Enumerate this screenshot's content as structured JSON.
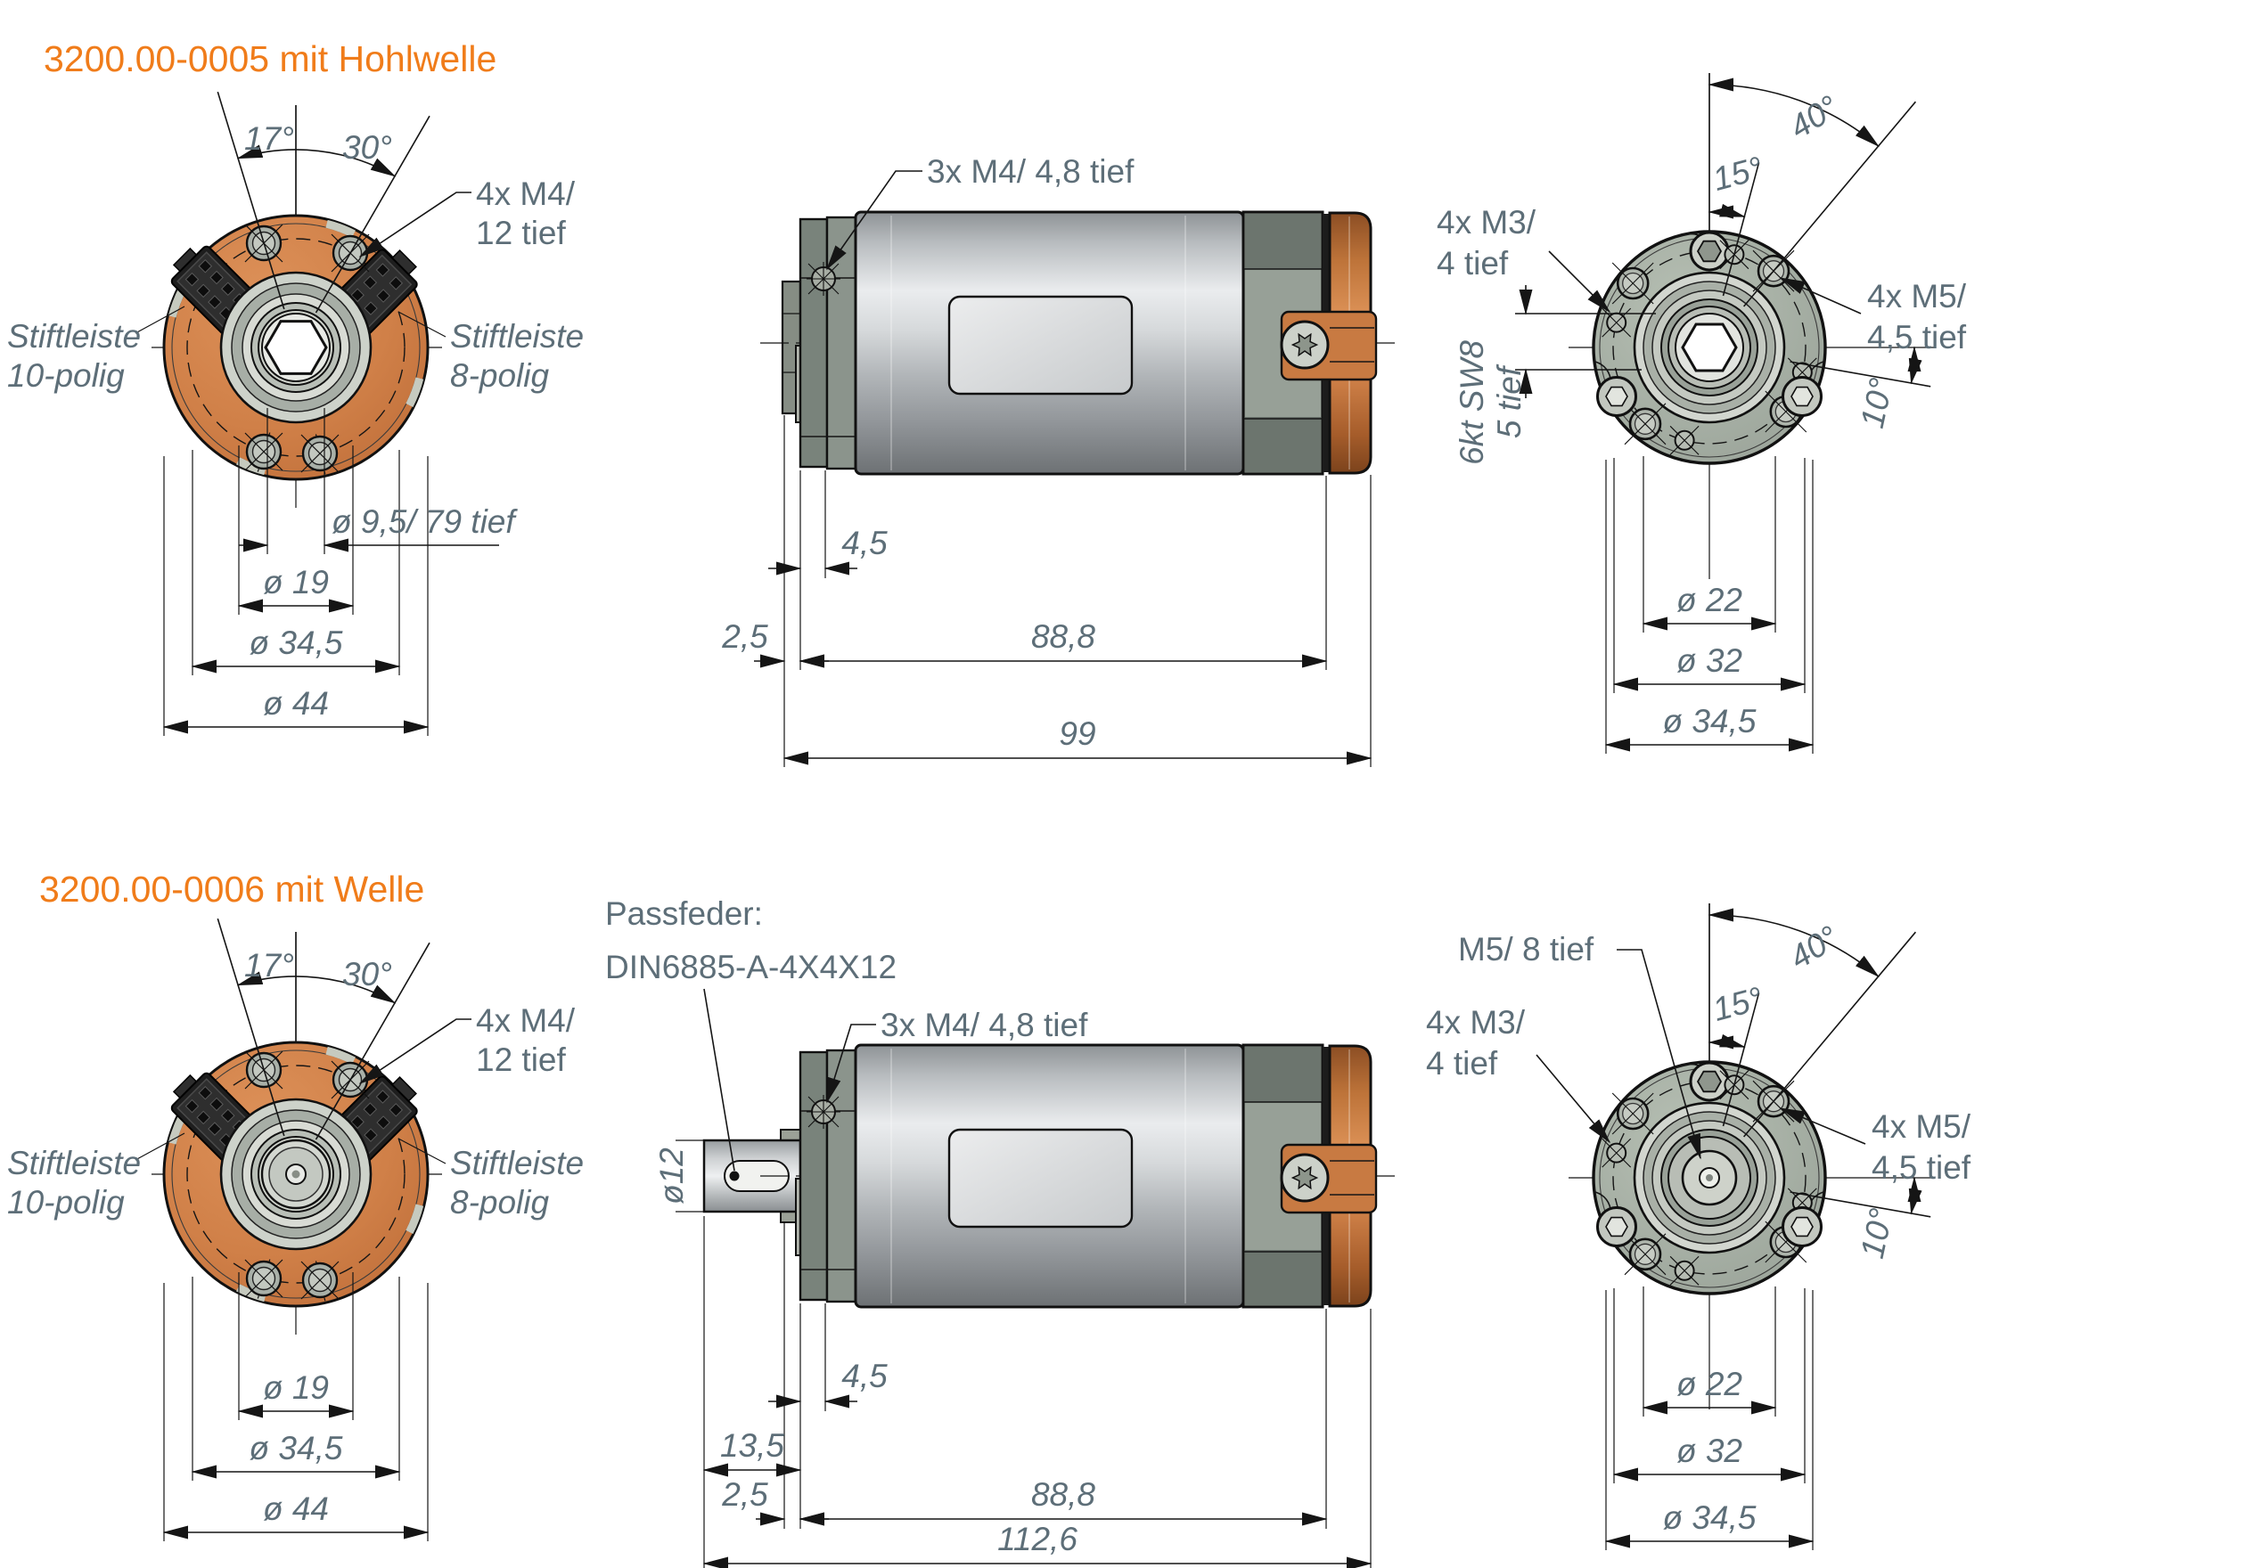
{
  "v1": {
    "title": "3200.00-0005 mit Hohlwelle",
    "front": {
      "a17": "17°",
      "a30": "30°",
      "m4a": "4x M4/",
      "m4b": "12 tief",
      "sl_l1": "Stiftleiste",
      "sl_l2": "10-polig",
      "sl_r1": "Stiftleiste",
      "sl_r2": "8-polig",
      "d95": "ø 9,5/ 79 tief",
      "d19": "ø 19",
      "d345": "ø 34,5",
      "d44": "ø 44"
    },
    "side": {
      "m4": "3x M4/ 4,8 tief",
      "d45": "4,5",
      "d25": "2,5",
      "d888": "88,8",
      "d99": "99"
    },
    "rear": {
      "a40": "40°",
      "a15": "15°",
      "a10": "10°",
      "m3a": "4x M3/",
      "m3b": "4 tief",
      "m5a": "4x M5/",
      "m5b": "4,5 tief",
      "hexa": "6kt SW8",
      "hexb": "5 tief",
      "d22": "ø 22",
      "d32": "ø 32",
      "d345": "ø 34,5"
    }
  },
  "v2": {
    "title": "3200.00-0006 mit Welle",
    "front": {
      "a17": "17°",
      "a30": "30°",
      "m4a": "4x M4/",
      "m4b": "12 tief",
      "sl_l1": "Stiftleiste",
      "sl_l2": "10-polig",
      "sl_r1": "Stiftleiste",
      "sl_r2": "8-polig",
      "d19": "ø 19",
      "d345": "ø 34,5",
      "d44": "ø 44"
    },
    "side": {
      "pfa": "Passfeder:",
      "pfb": "DIN6885-A-4X4X12",
      "m4": "3x M4/ 4,8 tief",
      "d12": "ø12",
      "d45": "4,5",
      "d135": "13,5",
      "d25": "2,5",
      "d888": "88,8",
      "d1126": "112,6"
    },
    "rear": {
      "m58": "M5/ 8 tief",
      "a40": "40°",
      "a15": "15°",
      "a10": "10°",
      "m3a": "4x M3/",
      "m3b": "4 tief",
      "m5a": "4x M5/",
      "m5b": "4,5 tief",
      "d22": "ø 22",
      "d32": "ø 32",
      "d345": "ø 34,5"
    }
  },
  "colors": {
    "accent_orange": "#f07c1a",
    "dim_text": "#5d6e78",
    "face_orange": "#d08048",
    "rear_face": "#a9b2a7"
  }
}
